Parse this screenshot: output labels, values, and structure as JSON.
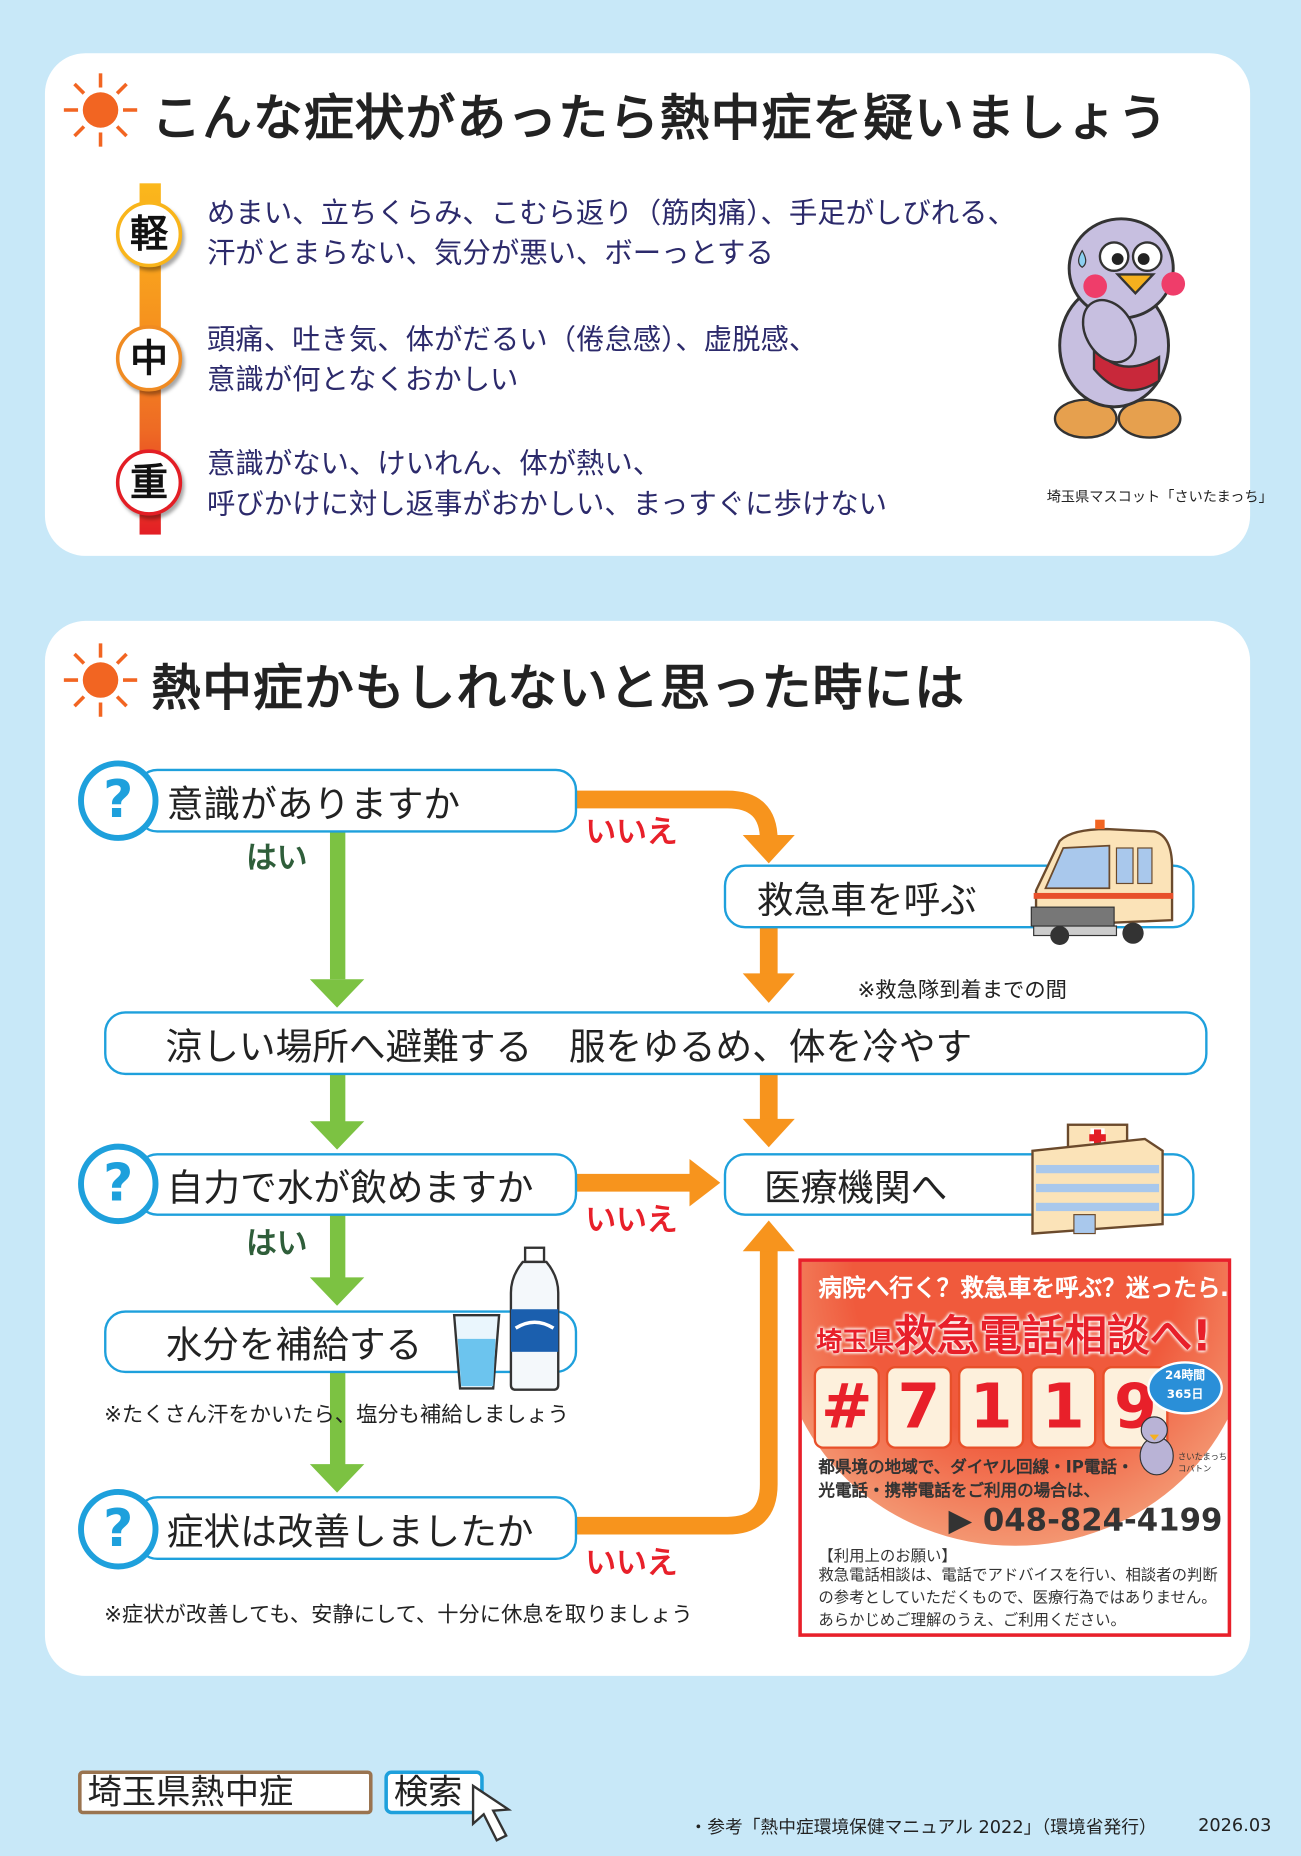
{
  "colors": {
    "background": "#c8e8f8",
    "accent_blue": "#1ea0dc",
    "yes_green": "#7cc242",
    "no_orange": "#f7941d",
    "no_label_red": "#e8202a",
    "mild": "#f9b51b",
    "moderate": "#f08b22",
    "severe": "#e31e25"
  },
  "symptoms": {
    "title": "こんな症状があったら熱中症を疑いましょう",
    "levels": [
      {
        "badge": "軽",
        "line1": "めまい、立ちくらみ、こむら返り（筋肉痛）、手足がしびれる、",
        "line2": "汗がとまらない、気分が悪い、ボーっとする"
      },
      {
        "badge": "中",
        "line1": "頭痛、吐き気、体がだるい（倦怠感）、虚脱感、",
        "line2": "意識が何となくおかしい"
      },
      {
        "badge": "重",
        "line1": "意識がない、けいれん、体が熱い、",
        "line2": "呼びかけに対し返事がおかしい、まっすぐに歩けない"
      }
    ],
    "mascot_caption": "埼玉県マスコット「さいたまっち」"
  },
  "flow": {
    "title": "熱中症かもしれないと思った時には",
    "q1": "意識がありますか",
    "q2": "自力で水が飲めますか",
    "q3": "症状は改善しましたか",
    "yes": "はい",
    "no": "いいえ",
    "call_ambulance": "救急車を呼ぶ",
    "ambulance_note": "※救急隊到着までの間",
    "cool_down": "涼しい場所へ避難する　服をゆるめ、体を冷やす",
    "hospital": "医療機関へ",
    "hydrate": "水分を補給する",
    "hydrate_note": "※たくさん汗をかいたら、塩分も補給しましょう",
    "rest_note": "※症状が改善しても、安静にして、十分に休息を取りましょう",
    "q_icon": "?"
  },
  "hotline": {
    "lead": "病院へ行く？救急車を呼ぶ？迷ったら…",
    "prefix": "埼玉県",
    "headline": "救急電話相談へ!",
    "digits": [
      "#",
      "7",
      "1",
      "1",
      "9"
    ],
    "badge_hours": "24時間",
    "badge_days": "365日",
    "mascots": "さいたまっち コバトン",
    "border_line1": "都県境の地域で、ダイヤル回線・IP電話・",
    "border_line2": "光電話・携帯電話をご利用の場合は、",
    "alt_number": "▶ 048-824-4199",
    "notice_title": "【利用上のお願い】",
    "notice_body": "救急電話相談は、電話でアドバイスを行い、相談者の判断の参考としていただくもので、医療行為ではありません。あらかじめご理解のうえ、ご利用ください。"
  },
  "footer": {
    "search_value": "埼玉県熱中症",
    "search_button": "検索",
    "reference": "・参考「熱中症環境保健マニュアル 2022」（環境省発行）",
    "date": "2026.03"
  }
}
